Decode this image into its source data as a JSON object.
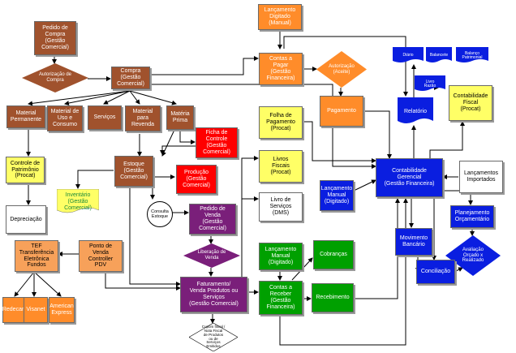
{
  "nodes": {
    "pedido_compra": "Pedido de\nCompra\n(Gestão\nComercial)",
    "autorizacao_compra": "Autorização de\nCompra",
    "compra": "Compra\n(Gestão\nComercial)",
    "mat_permanente": "Material\nPermanente",
    "mat_uso_consumo": "Material de\nUso e\nConsumo",
    "servicos_top": "Serviços",
    "mat_revenda": "Material\npara\nRevenda",
    "materia_prima": "Matéria\nPrima",
    "controle_patrimonio": "Controle de\nPatrimônio\n(Procat)",
    "depreciacao": "Depreciação",
    "ficha_controle": "Ficha de\nControle\n(Gestão\nComercial)",
    "estoque": "Estoque\n(Gestão\nComercial)",
    "inventario": "Inventário\n(Gestão\nComercial)",
    "producao": "Produção\n(Gestão\nComercial)",
    "consulta_estoque": "Consulta\nEstoque",
    "pedido_venda": "Pedido de\nVenda\n(Gestão\nComercial)",
    "liberacao_venda": "Liberação de\nVenda",
    "tef": "TEF\nTransferência\nEletrônica\nFundos",
    "ponto_venda": "Ponto de\nVenda\nController\nPDV",
    "redecard": "Redecard",
    "visanet": "Visanet",
    "amex": "American\nExpress",
    "faturamento": "Faturamento/\nVenda Produtos ou\nServiços\n(Gestão Comercial)",
    "cupons": "Cupom fiscal /\nNota Fiscal\nde Produtos\nou de\nServiços\nEmitidos",
    "lanc_digitado_top": "Lançamento\nDigitado\n(Manual)",
    "contas_pagar": "Contas a\nPagar\n(Gestão\nFinanceira)",
    "autorizacao_aceite": "Autorização\n(Aceite)",
    "pagamento": "Pagamento",
    "folha_pagamento": "Folha de\nPagamento\n(Procat)",
    "livros_fiscais": "Livros\nFiscais\n(Procat)",
    "livro_servicos": "Livro de\nServiços\n(DMS)",
    "lanc_manual_green": "Lançamento\nManual\n(Digitado)",
    "cobrancas": "Cobranças",
    "contas_receber": "Contas a\nReceber\n(Gestão\nFinanceira)",
    "recebimento": "Recebimento",
    "lanc_manual_blue": "Lançamento\nManual\n(Digitado)",
    "contabilidade_gerencial": "Contabilidade\nGerencial\n(Gestão Financeira)",
    "lanc_importado": "Lançamentos\nImportados",
    "relatorio": "Relatório",
    "contabilidade_fiscal": "Contabilidade\nFiscal\n(Procat)",
    "livro_razao": "Livro\nRazão",
    "livro_diario": "Diário",
    "balancete": "Balancete",
    "balanco": "Balanço\nPatrimonial",
    "planejamento": "Planejamento\nOrçamentário",
    "avaliacao": "Avaliação\nOrçado x\nRealizado",
    "movimento_bancario": "Movimento\nBancário",
    "conciliacao": "Conciliação"
  },
  "colors": {
    "brown": "#a0522d",
    "orange": "#f58220",
    "yellow": "#ffff66",
    "red": "#ff0000",
    "purple": "#7a1f7a",
    "green": "#00a000",
    "blue": "#0a1ee0"
  }
}
